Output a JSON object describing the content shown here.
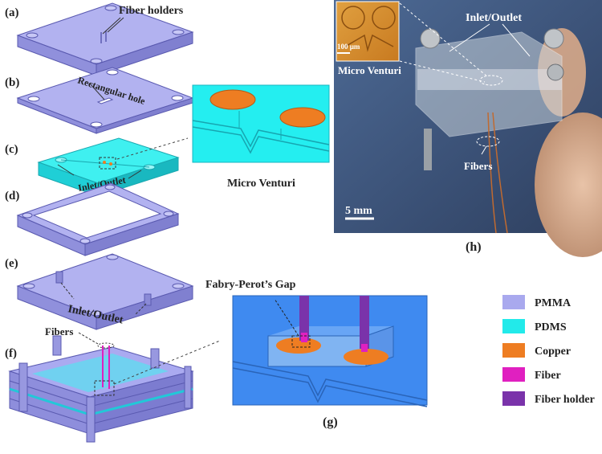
{
  "panels": {
    "a": "(a)",
    "b": "(b)",
    "c": "(c)",
    "d": "(d)",
    "e": "(e)",
    "f": "(f)",
    "g": "(g)",
    "h": "(h)"
  },
  "labels": {
    "fiber_holders": "Fiber holders",
    "rectangular_hole": "Rectangular hole",
    "inlet_outlet_c": "Inlet/Outlet",
    "micro_venturi_zoom": "Micro Venturi",
    "inlet_outlet_e": "Inlet/Outlet",
    "fabry_perot_gap": "Fabry-Perot’s Gap",
    "fibers_f": "Fibers",
    "photo_inlet_outlet": "Inlet/Outlet",
    "photo_micro_venturi": "Micro Venturi",
    "photo_scale_inset": "100 µm",
    "photo_fibers": "Fibers",
    "photo_scale": "5 mm"
  },
  "legend": [
    {
      "label": "PMMA",
      "color": "#a9a9ee"
    },
    {
      "label": "PDMS",
      "color": "#22eaea"
    },
    {
      "label": "Copper",
      "color": "#ee7d22"
    },
    {
      "label": "Fiber",
      "color": "#e020c0"
    },
    {
      "label": "Fiber holder",
      "color": "#7a33aa"
    }
  ],
  "colors": {
    "pmma_face": "#a9a9ee",
    "pmma_edge": "#5a5ab0",
    "pdms": "#22eaea",
    "copper": "#ee7d22",
    "fiber": "#e020c0",
    "fiber_holder": "#7a33aa",
    "photo_bg": "#3e5578"
  }
}
